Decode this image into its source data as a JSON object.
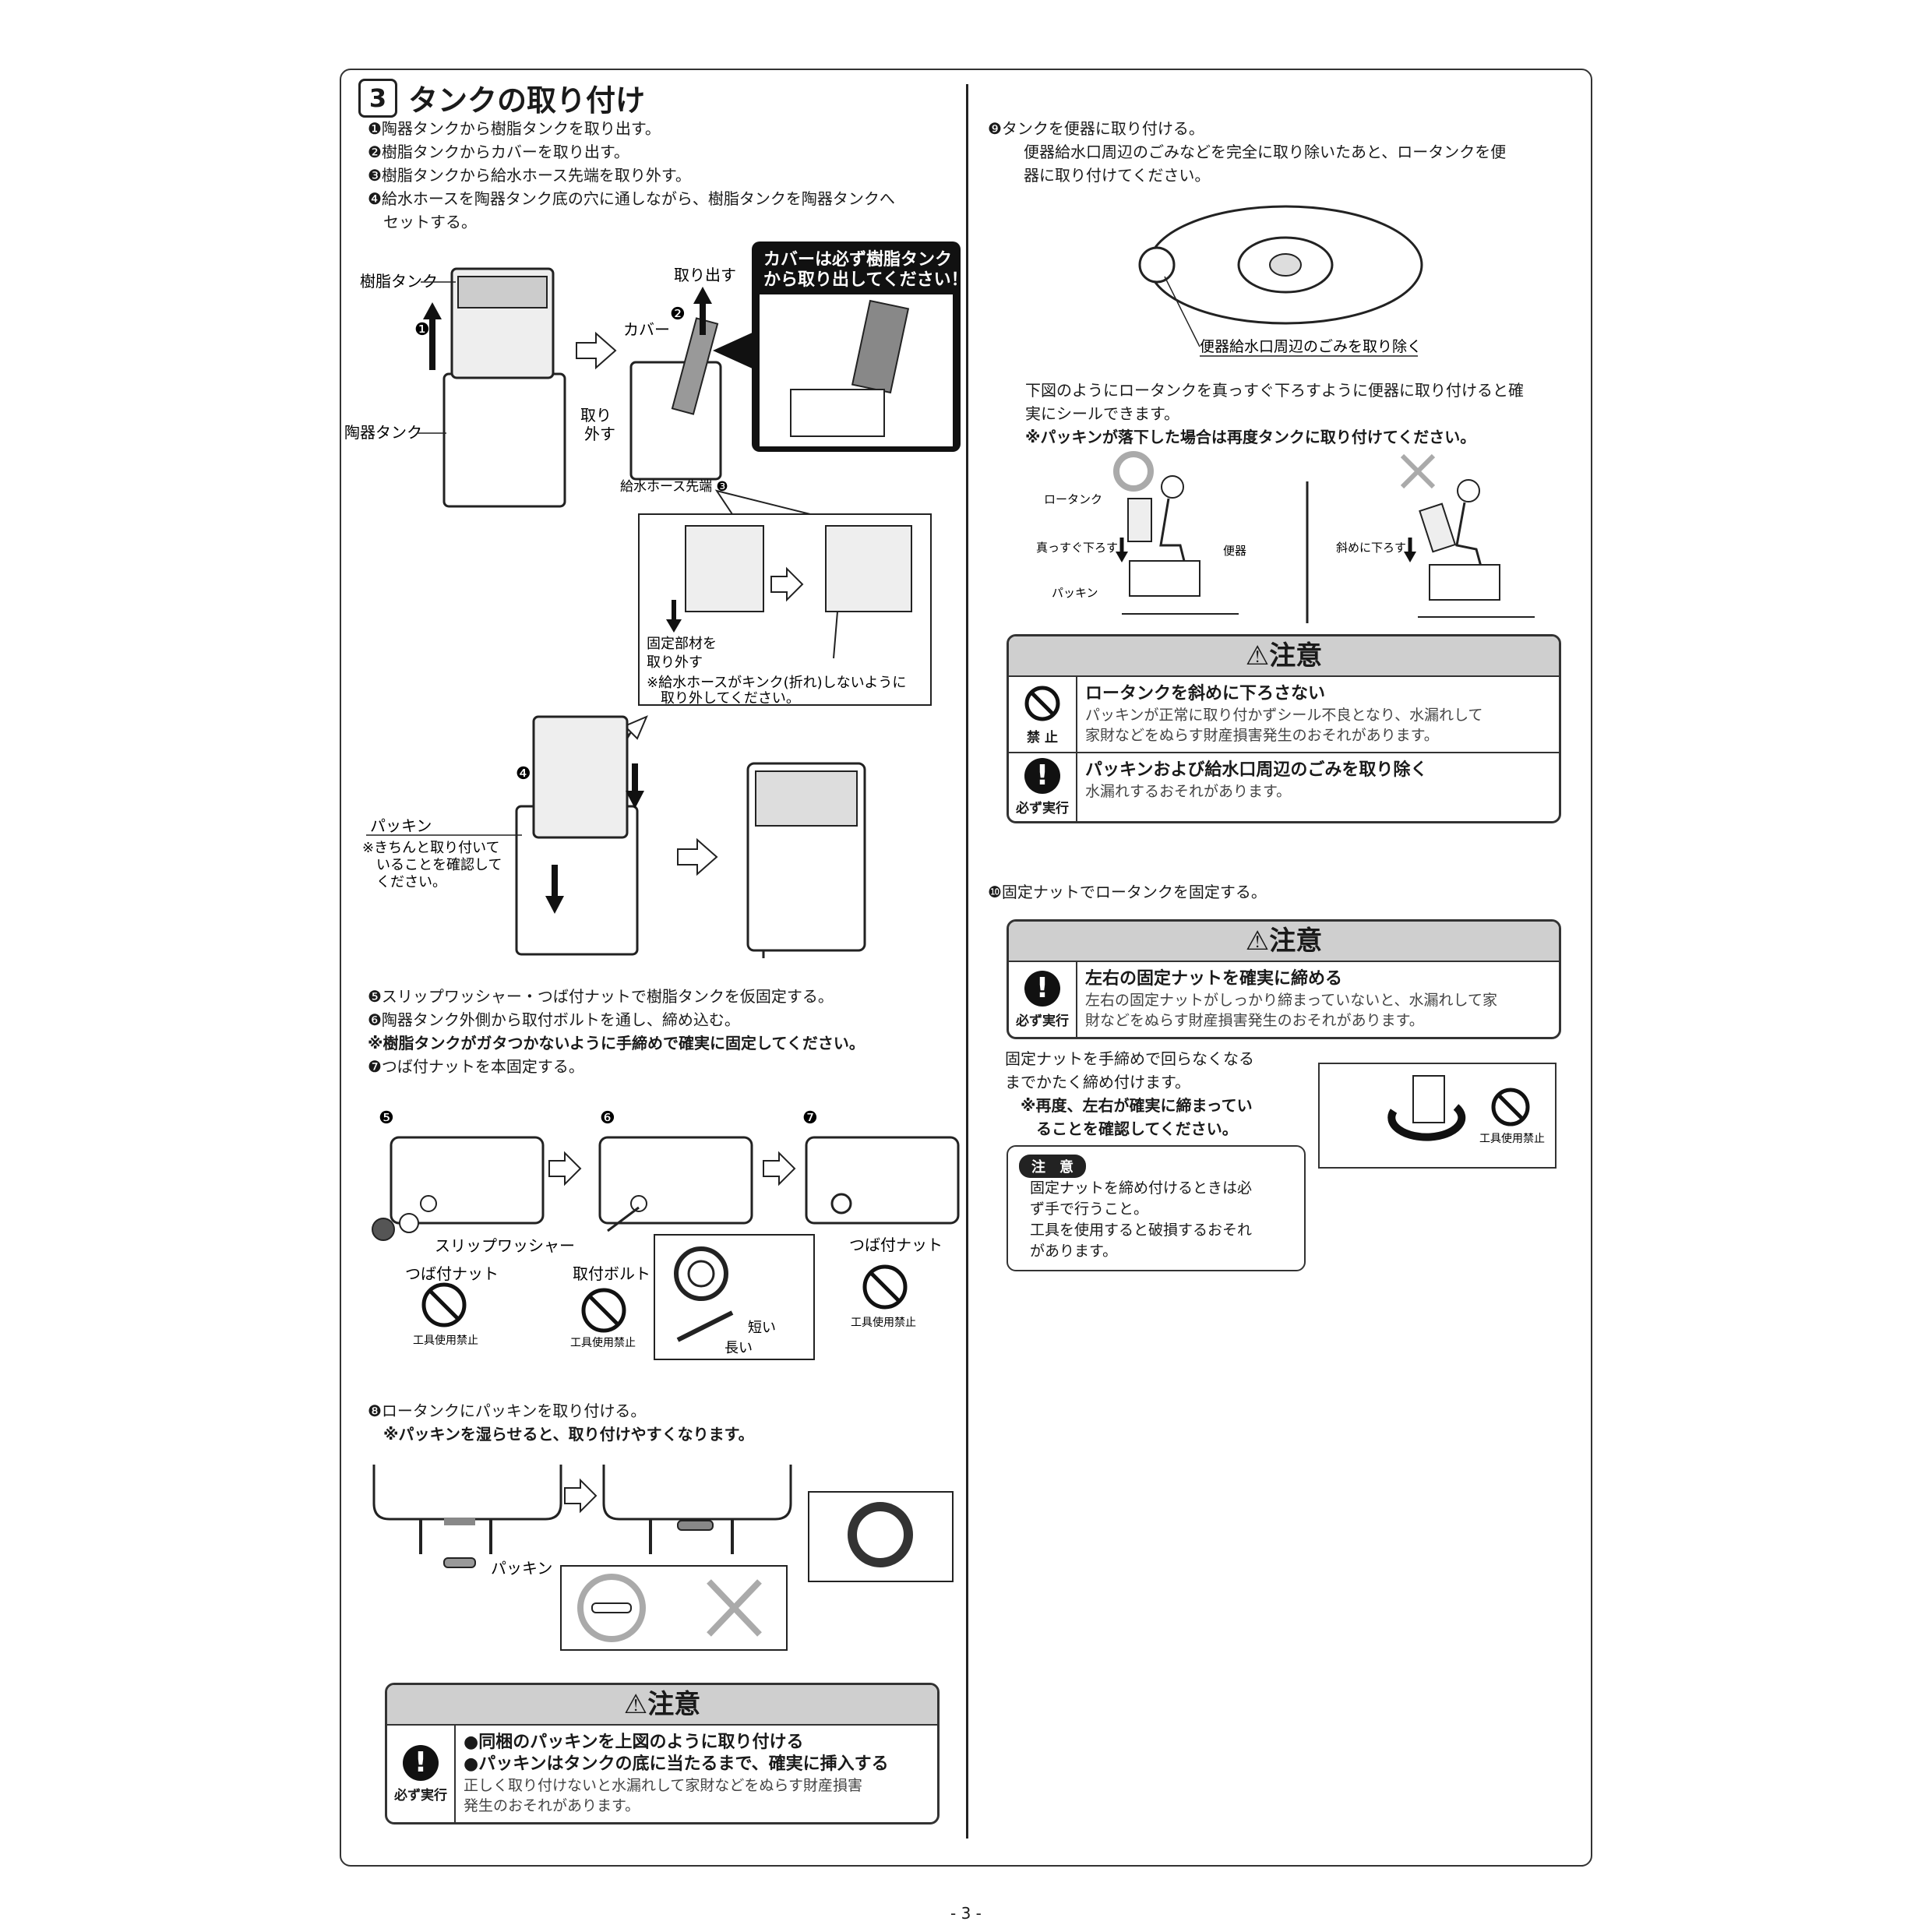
{
  "section": {
    "number": "3",
    "title": "タンクの取り付け"
  },
  "left": {
    "steps_1_4": [
      "❶陶器タンクから樹脂タンクを取り出す。",
      "❷樹脂タンクからカバーを取り出す。",
      "❸樹脂タンクから給水ホース先端を取り外す。",
      "❹給水ホースを陶器タンク底の穴に通しながら、樹脂タンクを陶器タンクへ",
      "　セットする。"
    ],
    "fig1": {
      "label_resin": "樹脂タンク",
      "label_ceramic": "陶器タンク",
      "label_takeout": "取り出す",
      "label_cover": "カバー",
      "label_remove1": "取り",
      "label_remove2": "外す",
      "label_hose_tip": "給水ホース先端 ❸",
      "callout_line1": "カバーは必ず樹脂タンク",
      "callout_line2": "から取り出してください！",
      "num1": "❶",
      "num2": "❷",
      "fix_line1": "固定部材を",
      "fix_line2": "取り外す",
      "kink_line1": "※給水ホースがキンク(折れ)しないように",
      "kink_line2": "　取り外してください。",
      "num4": "❹",
      "packing": "パッキン",
      "packing_note1": "※きちんと取り付いて",
      "packing_note2": "　いることを確認して",
      "packing_note3": "　ください。"
    },
    "steps_5_7": [
      "❺スリップワッシャー・つば付ナットで樹脂タンクを仮固定する。",
      "❻陶器タンク外側から取付ボルトを通し、締め込む。",
      "※樹脂タンクがガタつかないように手締めで確実に固定してください。",
      "❼つば付ナットを本固定する。"
    ],
    "fig2": {
      "n5": "❺",
      "n6": "❻",
      "n7": "❼",
      "slip_washer": "スリップワッシャー",
      "flange_nut": "つば付ナット",
      "mount_bolt": "取付ボルト",
      "flange_nut2": "つば付ナット",
      "no_tool": "工具使用禁止",
      "short": "短い",
      "long": "長い"
    },
    "step8": [
      "❽ロータンクにパッキンを取り付ける。",
      "　※パッキンを湿らせると、取り付けやすくなります。"
    ],
    "fig3": {
      "packing": "パッキン"
    },
    "caution1": {
      "title": "⚠注意",
      "icon_label": "必ず実行",
      "line1": "●同梱のパッキンを上図のように取り付ける",
      "line2": "●パッキンはタンクの底に当たるまで、確実に挿入する",
      "desc1": "正しく取り付けないと水漏れして家財などをぬらす財産損害",
      "desc2": "発生のおそれがあります。"
    }
  },
  "right": {
    "step9": "❾タンクを便器に取り付ける。",
    "step9_text1": "便器給水口周辺のごみなどを完全に取り除いたあと、ロータンクを便",
    "step9_text2": "器に取り付けてください。",
    "bowl_label": "便器給水口周辺のごみを取り除く",
    "straight_text1": "下図のようにロータンクを真っすぐ下ろすように便器に取り付けると確",
    "straight_text2": "実にシールできます。",
    "straight_text3": "※パッキンが落下した場合は再度タンクに取り付けてください。",
    "fig_people": {
      "low_tank": "ロータンク",
      "straight_down": "真っすぐ下ろす",
      "toilet": "便器",
      "packing": "パッキン",
      "diagonal": "斜めに下ろす"
    },
    "caution2": {
      "title": "⚠注意",
      "row1_icon": "禁 止",
      "row1_head": "ロータンクを斜めに下ろさない",
      "row1_d1": "パッキンが正常に取り付かずシール不良となり、水漏れして",
      "row1_d2": "家財などをぬらす財産損害発生のおそれがあります。",
      "row2_icon": "必ず実行",
      "row2_head": "パッキンおよび給水口周辺のごみを取り除く",
      "row2_d1": "水漏れするおそれがあります。"
    },
    "step10": "❿固定ナットでロータンクを固定する。",
    "caution3": {
      "title": "⚠注意",
      "icon": "必ず実行",
      "head": "左右の固定ナットを確実に締める",
      "d1": "左右の固定ナットがしっかり締まっていないと、水漏れして家",
      "d2": "財などをぬらす財産損害発生のおそれがあります。"
    },
    "tighten": [
      "固定ナットを手締めで回らなくなる",
      "までかたく締め付けます。",
      "　※再度、左右が確実に締まってい",
      "　　ることを確認してください。"
    ],
    "note": {
      "pill": "注　意",
      "l1": "固定ナットを締め付けるときは必",
      "l2": "ず手で行うこと。",
      "l3": "工具を使用すると破損するおそれ",
      "l4": "があります。"
    },
    "no_tool": "工具使用禁止"
  },
  "page_number": "- 3 -"
}
